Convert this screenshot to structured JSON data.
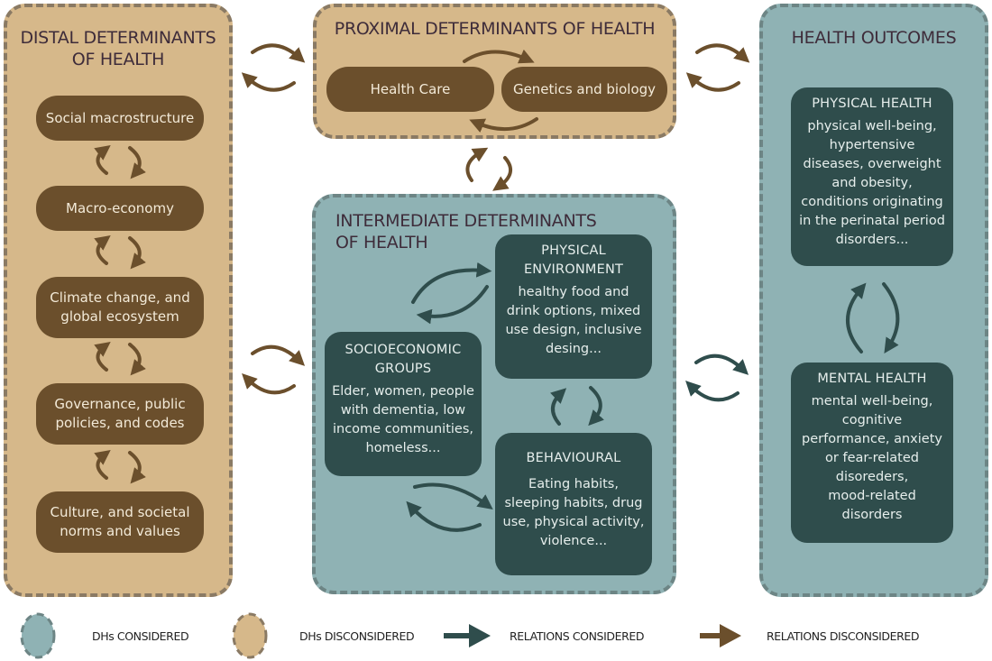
{
  "colors": {
    "considered_fill": "#8fb2b4",
    "disconsidered_fill": "#d6b88a",
    "considered_arrow": "#2f4d4c",
    "disconsidered_arrow": "#6b4f2c",
    "pill_brown": "#6b4f2c",
    "box_teal_dark": "#2f4d4c",
    "title_text": "#3e2c3a"
  },
  "distal": {
    "title_line1": "DISTAL DETERMINANTS",
    "title_line2": "OF HEALTH",
    "items": [
      {
        "line1": "Social macrostructure",
        "line2": ""
      },
      {
        "line1": "Macro-economy",
        "line2": ""
      },
      {
        "line1": "Climate change, and",
        "line2": "global ecosystem"
      },
      {
        "line1": "Governance, public",
        "line2": "policies, and codes"
      },
      {
        "line1": "Culture, and societal",
        "line2": "norms and values"
      }
    ]
  },
  "proximal": {
    "title": "PROXIMAL DETERMINANTS OF HEALTH",
    "items": [
      "Health Care",
      "Genetics and biology"
    ]
  },
  "intermediate": {
    "title_line1": "INTERMEDIATE DETERMINANTS",
    "title_line2": "OF HEALTH",
    "physical_environment": {
      "head1": "PHYSICAL",
      "head2": "ENVIRONMENT",
      "body": [
        "healthy food and",
        "drink options, mixed",
        "use design, inclusive",
        "desing..."
      ]
    },
    "socioeconomic": {
      "head1": "SOCIOECONOMIC",
      "head2": "GROUPS",
      "body": [
        "Elder, women, people",
        "with dementia, low",
        "income communities,",
        "homeless..."
      ]
    },
    "behavioural": {
      "head1": "BEHAVIOURAL",
      "body": [
        "Eating habits,",
        "sleeping habits, drug",
        "use, physical activity,",
        "violence..."
      ]
    }
  },
  "outcomes": {
    "title": "HEALTH OUTCOMES",
    "physical": {
      "head": "PHYSICAL HEALTH",
      "body": [
        "physical well-being,",
        "hypertensive",
        "diseases, overweight",
        "and obesity,",
        "conditions originating",
        "in the perinatal period",
        "disorders..."
      ]
    },
    "mental": {
      "head": "MENTAL HEALTH",
      "body": [
        "mental well-being,",
        "cognitive",
        "performance, anxiety",
        "or fear-related",
        "disoreders,",
        "mood-related",
        "disorders"
      ]
    }
  },
  "legend": {
    "dhs_considered": "DHs CONSIDERED",
    "dhs_disconsidered": "DHs DISCONSIDERED",
    "relations_considered": "RELATIONS CONSIDERED",
    "relations_disconsidered": "RELATIONS DISCONSIDERED"
  }
}
